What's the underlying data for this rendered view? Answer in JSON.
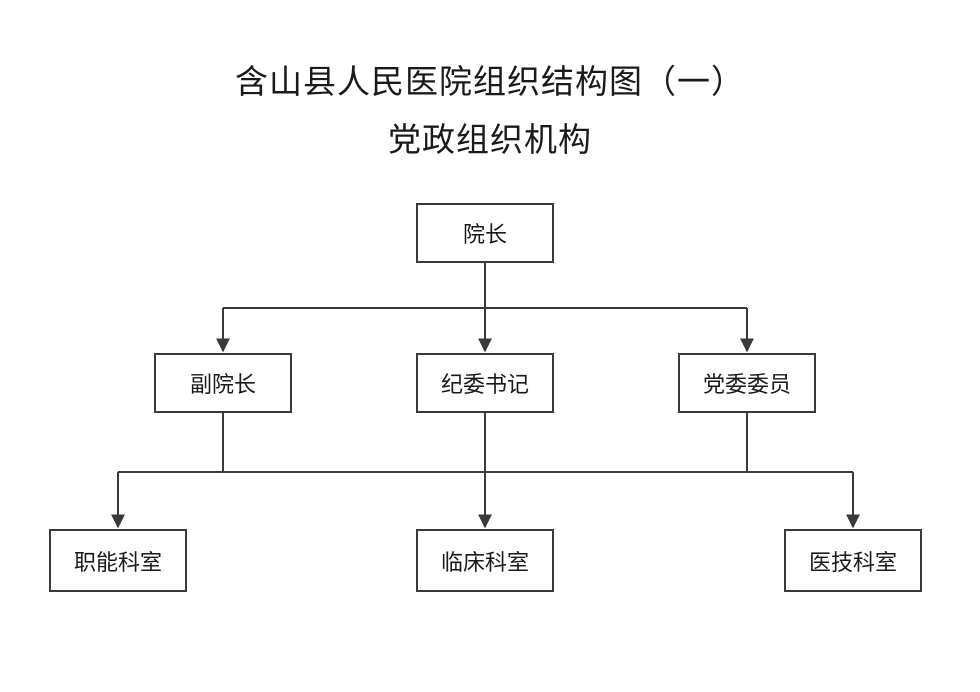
{
  "title": {
    "line1": "含山县人民医院组织结构图（一）",
    "line2": "党政组织机构"
  },
  "nodes": {
    "president": "院长",
    "vice_president": "副院长",
    "discipline_secretary": "纪委书记",
    "party_committee": "党委委员",
    "functional_depts": "职能科室",
    "clinical_depts": "临床科室",
    "medtech_depts": "医技科室"
  },
  "colors": {
    "line": "#3a3a3a",
    "border": "#3a3a3a",
    "text": "#1a1a1a",
    "background": "#ffffff"
  }
}
